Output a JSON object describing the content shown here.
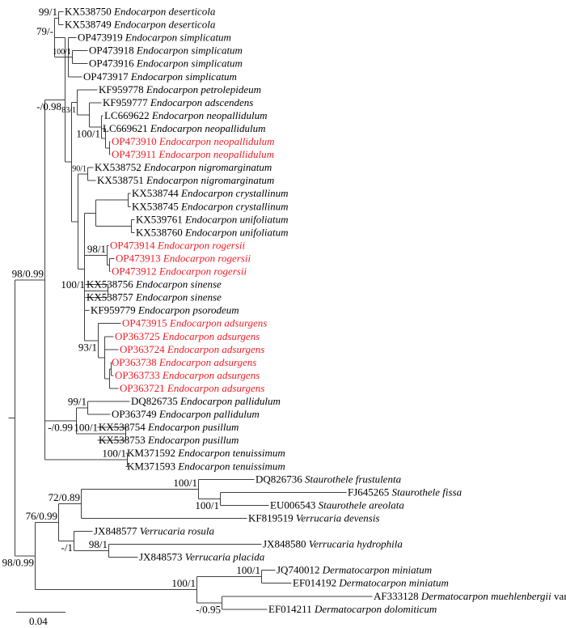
{
  "colors": {
    "default": "#000000",
    "highlight": "#ee1c25",
    "branch": "#404040"
  },
  "scale_bar": {
    "label": "0.04"
  },
  "taxa": [
    {
      "acc": "KX538750",
      "name": "Endocarpon deserticola",
      "hl": false
    },
    {
      "acc": "KX538749",
      "name": "Endocarpon deserticola",
      "hl": false
    },
    {
      "acc": "OP473919",
      "name": "Endocarpon simplicatum",
      "hl": false
    },
    {
      "acc": "OP473918",
      "name": "Endocarpon simplicatum",
      "hl": false
    },
    {
      "acc": "OP473916",
      "name": "Endocarpon simplicatum",
      "hl": false
    },
    {
      "acc": "OP473917",
      "name": "Endocarpon simplicatum",
      "hl": false
    },
    {
      "acc": "KF959778",
      "name": "Endocarpon petrolepideum",
      "hl": false
    },
    {
      "acc": "KF959777",
      "name": "Endocarpon adscendens",
      "hl": false
    },
    {
      "acc": "LC669622",
      "name": "Endocarpon neopallidulum",
      "hl": false
    },
    {
      "acc": "LC669621",
      "name": "Endocarpon neopallidulum",
      "hl": false
    },
    {
      "acc": "OP473910",
      "name": "Endocarpon neopallidulum",
      "hl": true
    },
    {
      "acc": "OP473911",
      "name": "Endocarpon neopallidulum",
      "hl": true
    },
    {
      "acc": "KX538752",
      "name": "Endocarpon nigromarginatum",
      "hl": false
    },
    {
      "acc": "KX538751",
      "name": "Endocarpon nigromarginatum",
      "hl": false
    },
    {
      "acc": "KX538744",
      "name": "Endocarpon crystallinum",
      "hl": false
    },
    {
      "acc": "KX538745",
      "name": "Endocarpon crystallinum",
      "hl": false
    },
    {
      "acc": "KX539761",
      "name": "Endocarpon unifoliatum",
      "hl": false
    },
    {
      "acc": "KX538760",
      "name": "Endocarpon unifoliatum",
      "hl": false
    },
    {
      "acc": "OP473914",
      "name": "Endocarpon rogersii",
      "hl": true
    },
    {
      "acc": "OP473913",
      "name": "Endocarpon rogersii",
      "hl": true
    },
    {
      "acc": "OP473912",
      "name": "Endocarpon rogersii",
      "hl": true
    },
    {
      "acc": "KX538756",
      "name": "Endocarpon sinense",
      "hl": false
    },
    {
      "acc": "KX538757",
      "name": "Endocarpon sinense",
      "hl": false
    },
    {
      "acc": "KF959779",
      "name": "Endocarpon psorodeum",
      "hl": false
    },
    {
      "acc": "OP473915",
      "name": "Endocarpon adsurgens",
      "hl": true
    },
    {
      "acc": "OP363725",
      "name": "Endocarpon adsurgens",
      "hl": true
    },
    {
      "acc": "OP363724",
      "name": "Endocarpon adsurgens",
      "hl": true
    },
    {
      "acc": "OP363738",
      "name": "Endocarpon adsurgens",
      "hl": true
    },
    {
      "acc": "OP363733",
      "name": "Endocarpon adsurgens",
      "hl": true
    },
    {
      "acc": "OP363721",
      "name": "Endocarpon adsurgens",
      "hl": true
    },
    {
      "acc": "DQ826735",
      "name": "Endocarpon pallidulum",
      "hl": false
    },
    {
      "acc": "OP363749",
      "name": "Endocarpon pallidulum",
      "hl": false
    },
    {
      "acc": "KX538754",
      "name": "Endocarpon pusillum",
      "hl": false
    },
    {
      "acc": "KX538753",
      "name": "Endocarpon pusillum",
      "hl": false
    },
    {
      "acc": "KM371592",
      "name": "Endocarpon tenuissimum",
      "hl": false
    },
    {
      "acc": "KM371593",
      "name": "Endocarpon tenuissimum",
      "hl": false
    },
    {
      "acc": "DQ826736",
      "name": "Staurothele frustulenta",
      "hl": false
    },
    {
      "acc": "FJ645265",
      "name": "Staurothele fissa",
      "hl": false
    },
    {
      "acc": "EU006543",
      "name": "Staurothele areolata",
      "hl": false
    },
    {
      "acc": "KF819519",
      "name": "Verrucaria devensis",
      "hl": false
    },
    {
      "acc": "JX848577",
      "name": "Verrucaria rosula",
      "hl": false
    },
    {
      "acc": "JX848580",
      "name": "Verrucaria hydrophila",
      "hl": false
    },
    {
      "acc": "JX848573",
      "name": "Verrucaria placida",
      "hl": false
    },
    {
      "acc": "JQ740012",
      "name": "Dermatocarpon miniatum",
      "hl": false
    },
    {
      "acc": "EF014192",
      "name": "Dermatocarpon miniatum",
      "hl": false
    },
    {
      "acc": "AF333128",
      "name": "Dermatocarpon muehlenbergii",
      "suffix": "var. tenue",
      "hl": false
    },
    {
      "acc": "EF014211",
      "name": "Dermatocarpon dolomiticum",
      "hl": false
    }
  ],
  "supports": {
    "deserticola": "99/1",
    "deserticola_simplicatum": "79/-",
    "simplicatum_inner": "100/1",
    "main_endocarpon_upper": "-/0.98",
    "adscendens_group": "83/1",
    "neopallidulum": "100/1",
    "nigromarginatum": "90/1",
    "rogersii": "98/1",
    "sinense": "100/1",
    "adsurgens": "93/1",
    "pallidulum": "99/1",
    "pallidulum_pusillum": "-/0.99",
    "pusillum": "100/1",
    "tenuissimum": "100/1",
    "endocarpon_root": "98/0.99",
    "staurothele_top": "100/1",
    "staurothele_inner": "100/1",
    "staurothele_devensis": "72/0.89",
    "verrucaria_clade": "76/0.99",
    "verrucaria_rosula": "-/1",
    "verrucaria_hydrophila": "98/1",
    "dermatocarpon": "100/1",
    "dermatocarpon_miniatum": "100/1",
    "dermatocarpon_lower": "-/0.95",
    "outgroup_root": "98/0.99"
  }
}
